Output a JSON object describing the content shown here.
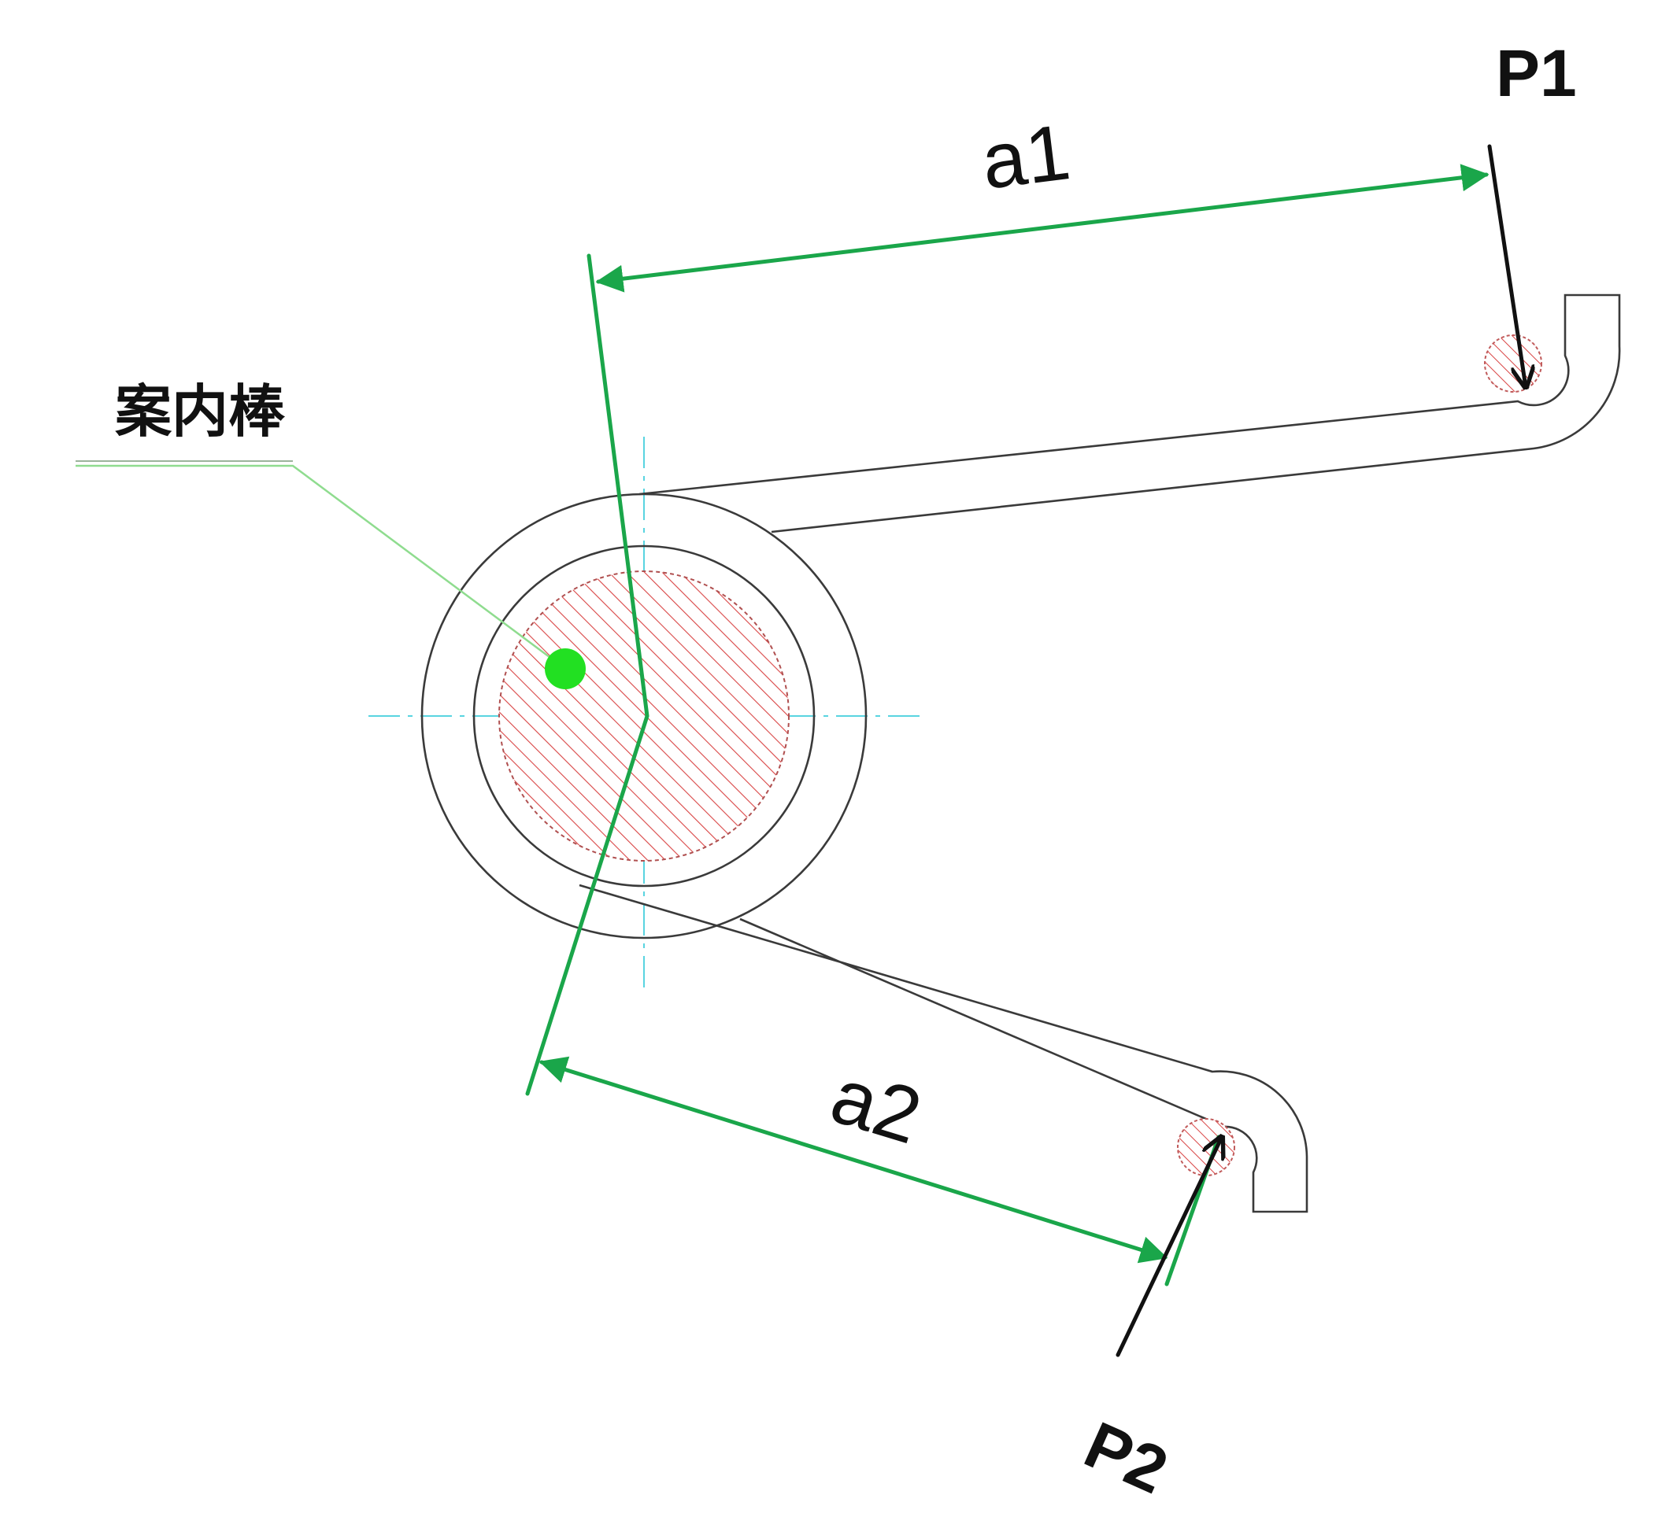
{
  "labels": {
    "guide_bar": "案内棒",
    "force_1": "P1",
    "force_2": "P2",
    "arm_1": "a1",
    "arm_2": "a2"
  },
  "colors": {
    "dimension_green": "#1aa64a",
    "leader_green": "#8fdc8f",
    "marker_green": "#22e022",
    "centerline_cyan": "#59d4e0",
    "hatch_red": "#d94545",
    "outline": "#3a3a3a",
    "force_arrow": "#111111"
  },
  "icons": {
    "marker": "green-dot-marker",
    "force_arrow": "arrow-icon"
  }
}
